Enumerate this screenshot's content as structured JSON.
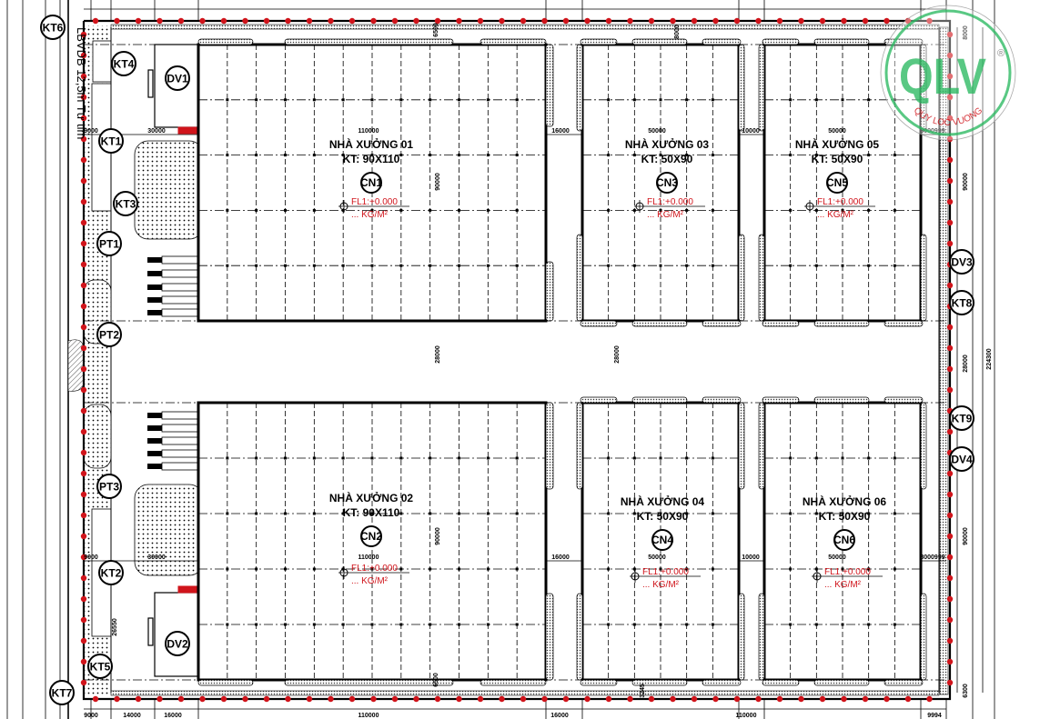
{
  "drawing": {
    "road_label": "LBVDB 12,5m Tư tim"
  },
  "markers": [
    "KT6",
    "KT4",
    "DV1",
    "KT1",
    "KT3",
    "PT1",
    "PT2",
    "PT3",
    "KT2",
    "DV2",
    "KT5",
    "KT7",
    "DV3",
    "KT8",
    "KT9",
    "DV4"
  ],
  "buildings": [
    {
      "name": "NHÀ XƯỞNG 01",
      "size": "KT: 90X110",
      "code": "CN1",
      "floor_level": "FL1:+0.000",
      "load": "... KG/M²"
    },
    {
      "name": "NHÀ XƯỞNG 03",
      "size": "KT: 50X90",
      "code": "CN3",
      "floor_level": "FL1:+0.000",
      "load": "... KG/M²"
    },
    {
      "name": "NHÀ XƯỞNG 05",
      "size": "KT: 50X90",
      "code": "CN5",
      "floor_level": "FL1:+0.000",
      "load": "... KG/M²"
    },
    {
      "name": "NHÀ XƯỞNG 02",
      "size": "KT: 90X110",
      "code": "CN2",
      "floor_level": "FL1:+0.000",
      "load": "... KG/M²"
    },
    {
      "name": "NHÀ XƯỞNG 04",
      "size": "KT: 50X90",
      "code": "CN4",
      "floor_level": "FL1:+0.000",
      "load": "... KG/M²"
    },
    {
      "name": "NHÀ XƯỞNG 06",
      "size": "KT: 50X90",
      "code": "CN6",
      "floor_level": "FL1:+0.000",
      "load": "... KG/M²"
    }
  ],
  "dimensions": {
    "bottom": [
      "9000",
      "14000",
      "16000",
      "110000",
      "16000",
      "110000",
      "9994"
    ],
    "row_upper": [
      "9000",
      "30000",
      "110000",
      "16000",
      "50000",
      "10000",
      "50000",
      "8000999"
    ],
    "row_lower": [
      "9000",
      "30000",
      "110000",
      "16000",
      "50000",
      "10000",
      "50000",
      "8000999"
    ],
    "right": [
      "8000",
      "90000",
      "28000",
      "90000",
      "6300"
    ],
    "right_total": "224300",
    "vertical_inner": [
      "6500",
      "90000",
      "28000",
      "28000",
      "90000",
      "6500",
      "8000",
      "3245",
      "26550"
    ]
  },
  "logo": {
    "letters": "QLV",
    "company": "QUY LOC VUONG",
    "mark": "®"
  },
  "colors": {
    "boundary_dots": "#d0141b",
    "annotation": "#d0141b",
    "logo_green": "#3dbf6e",
    "line": "#000000"
  }
}
